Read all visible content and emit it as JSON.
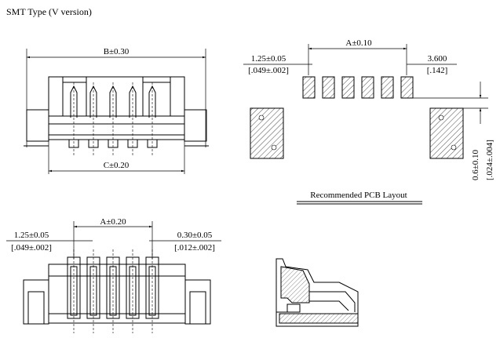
{
  "title": "SMT Type (V version)",
  "top_view": {
    "dim_b": "B±0.30",
    "dim_c": "C±0.20"
  },
  "pcb_layout": {
    "dim_a": "A±0.10",
    "pitch_mm": "1.25±0.05",
    "pitch_in": "[.049±.002]",
    "offset_mm": "3.600",
    "offset_in": "[.142]",
    "gap_mm": "0.6±0.10",
    "gap_in": "[.024±.004]",
    "caption": "Recommended PCB Layout"
  },
  "front_view": {
    "dim_a": "A±0.20",
    "pitch_mm": "1.25±0.05",
    "pitch_in": "[.049±.002]",
    "pin_mm": "0.30±0.05",
    "pin_in": "[.012±.002]"
  }
}
